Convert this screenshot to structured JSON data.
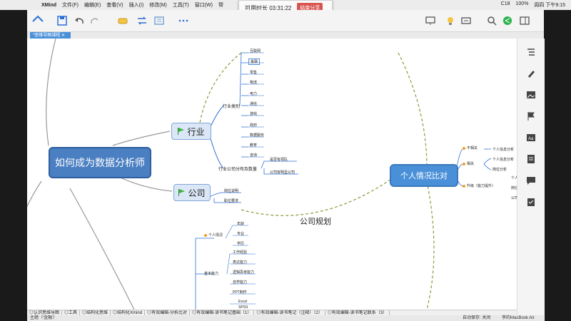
{
  "mac_menubar": {
    "app": "XMind",
    "menus": [
      "文件(F)",
      "编辑(E)",
      "查看(V)",
      "插入(I)",
      "修改(M)",
      "工具(T)",
      "窗口(W)",
      "帮"
    ],
    "status_right": [
      "C18",
      "100%",
      "周四 下午9:15"
    ]
  },
  "timer_popup": {
    "label": "可用时长 03:31:22",
    "button": "结束分享"
  },
  "toolbar": {
    "icons": [
      "home-icon",
      "save-icon",
      "undo-icon",
      "redo-icon",
      "insert-topic-icon",
      "relationship-icon",
      "boundary-icon",
      "more-icon",
      "presentation-icon",
      "idea-icon",
      "export-icon",
      "search-icon",
      "share-icon",
      "sidebar-toggle-icon"
    ]
  },
  "tab": {
    "label": "*思维导图课程"
  },
  "mindmap": {
    "central": "如何成为数据分析师",
    "topics": {
      "industry": "行业",
      "company": "公司",
      "personal": "个人情况比对"
    },
    "relationship_label": "公司规划",
    "industry_sub": {
      "category_label": "行业类别",
      "categories": [
        "互联网",
        "金融",
        "零售",
        "物流",
        "电力",
        "通信",
        "游戏",
        "政府",
        "数据服务",
        "教育",
        "咨询"
      ],
      "company_label": "行业公司分布及数量",
      "company_items": [
        "是否有领队",
        "公司有明显公司"
      ]
    },
    "company_sub": [
      "岗位说明",
      "职位要求"
    ],
    "personal_sub": {
      "groups": [
        "不相关",
        "相关",
        "升级（能力提升）"
      ],
      "details": [
        "个人信息分析",
        "个人信息分析",
        "岗位分析"
      ],
      "far_right": [
        "个人",
        "岗位",
        "公司"
      ]
    },
    "lower": {
      "personal_label": "个人情况",
      "personal_items": [
        "年龄",
        "专业",
        "学历"
      ],
      "ability_label": "基本能力",
      "ability_items": [
        "工作经验",
        "表达能力",
        "逻辑思考能力",
        "自学能力",
        "PPT制作",
        "Excel",
        "SPSS"
      ]
    }
  },
  "sheet_tabs": [
    "◎认识思维导图",
    "◎工具",
    "◎结构化思维",
    "◎结构化Xmind",
    "◎有效编辑-分析比对",
    "◎有效编辑-读书笔记基础（1）",
    "◎有效编辑-读书笔记（注释）（2）",
    "◎有效编辑-读书笔记联系（3）"
  ],
  "status_bar": {
    "left": "主题（'金融'）",
    "autosave": "自动保存: 关闭",
    "device": "李的MacBook Air"
  },
  "colors": {
    "central_bg": "#4a7fc2",
    "topic_bg": "#dbe7f7",
    "accent_blue": "#2b6fd6",
    "relationship": "#8a9a3a",
    "timer_button": "#d9534f"
  }
}
